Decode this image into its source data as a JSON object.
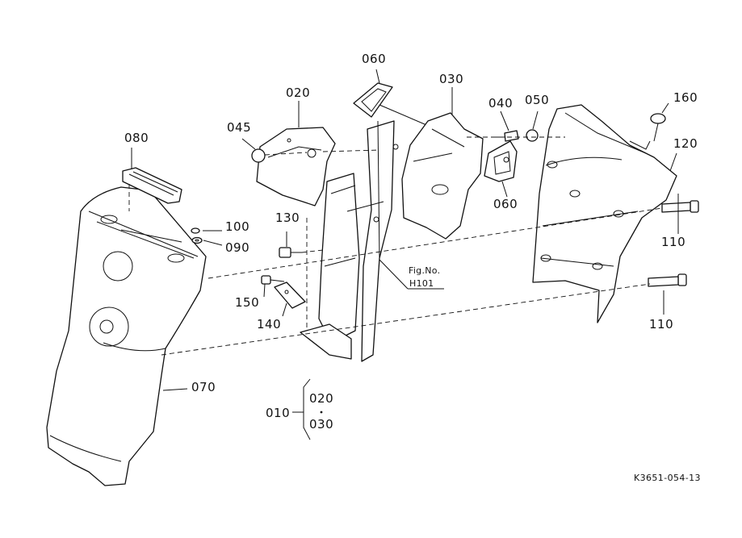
{
  "diagram": {
    "callouts": {
      "p060_top": "060",
      "p030": "030",
      "p040": "040",
      "p050": "050",
      "p160": "160",
      "p020": "020",
      "p045": "045",
      "p080": "080",
      "p120": "120",
      "p060_bottom": "060",
      "p130": "130",
      "p100": "100",
      "p090": "090",
      "p110_top": "110",
      "p110_bottom": "110",
      "p150": "150",
      "p140": "140",
      "p070": "070",
      "p010": "010",
      "p020_group": "020",
      "p030_group": "030"
    },
    "figure_ref": {
      "line1": "Fig.No.",
      "line2": "H101"
    },
    "drawing_code": "K3651-054-13"
  }
}
